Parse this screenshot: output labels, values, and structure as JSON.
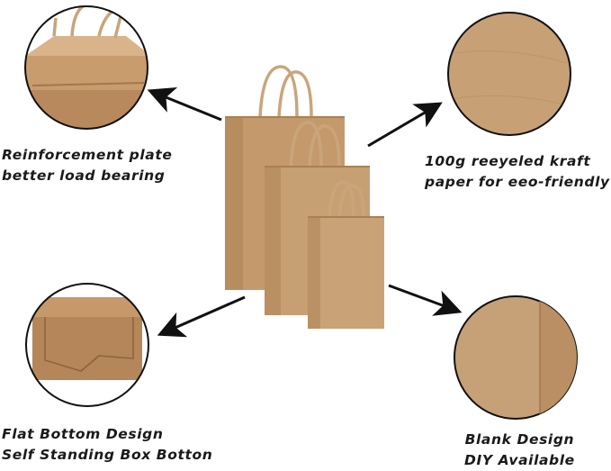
{
  "captions": {
    "reinforcement": {
      "line1": "Reinforcement plate",
      "line2": "better load bearing"
    },
    "paper": {
      "line1": "100g reeyeled kraft",
      "line2": "paper for eeo-friendly"
    },
    "bottom": {
      "line1": "Flat Bottom Design",
      "line2": "Self Standing Box Botton"
    },
    "blank": {
      "line1": "Blank Design",
      "line2": "DIY Available"
    }
  },
  "colors": {
    "kraft": "#c49a6c",
    "kraft_dark": "#a97f54",
    "kraft_light": "#d2ab80",
    "arrow": "#111111",
    "circle_border": "#111111"
  }
}
